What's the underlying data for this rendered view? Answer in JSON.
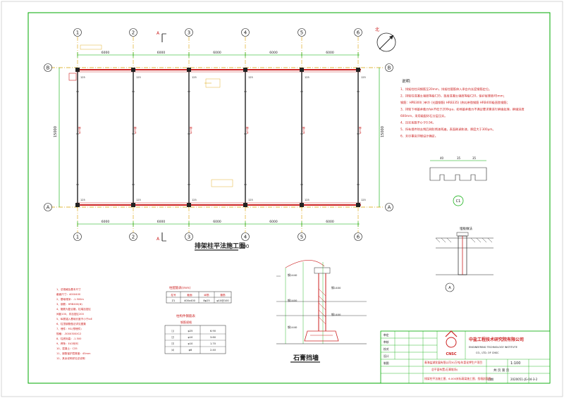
{
  "grid": {
    "columns": [
      "1",
      "2",
      "3",
      "4",
      "5",
      "6"
    ],
    "rows": [
      "B",
      "A"
    ],
    "bay_spans": [
      "6000",
      "6000",
      "6000",
      "6000",
      "6000"
    ],
    "row_span": "15000",
    "section_marks": [
      "A",
      "A"
    ]
  },
  "plan": {
    "title": "排架柱平法施工图",
    "scale": "100",
    "col_label": "φ25钢",
    "dim_small": "125"
  },
  "north_label": "北",
  "notes": {
    "heading": "说明:",
    "lines": [
      "1、排架柱柱间钢筋至20mm，排架柱箍筋伸入承台内长度钢筋定位。",
      "2、排架柱混凝土强度等级C35，垫层混凝土强度等级C20，保护层厚度45mm；",
      "   钢筋：HPB300( )单冷 (光圆钢筋)  HRB335( )热轧带肋钢筋  HRB400级直肋钢筋；",
      "3、排架下地基承载力fak不低于200kpa，如地基承载力不满足要求需进行换填处理，换填深度",
      "   600mm，采用级配砂石分层压实。",
      "4、压实系数不小于0.94。",
      "5、所有埋件除去锈后刷防锈漆两遍，表面刷调和漆，厚度大于300μm。",
      "6、未尽事宜详细设计确定。"
    ]
  },
  "detail_section": {
    "dims": [
      "40",
      "35",
      "35"
    ],
    "circle_label": "C1"
  },
  "detail_foot": {
    "top_label": "埋板做法",
    "marker": "A"
  },
  "rebar_table": {
    "title": "柱配筋表(mm)",
    "headers": [
      "柱号",
      "截面",
      "纵筋",
      "箍筋"
    ],
    "row": [
      "Z1",
      "400x400",
      "8φ25",
      "φ10@100"
    ]
  },
  "spec_table": {
    "title": "柱构件钢筋表",
    "subtitle": "钢筋规格",
    "rows": [
      [
        "⑴",
        "φ25",
        "6.90"
      ],
      [
        "⑵",
        "φ10",
        "3.60"
      ],
      [
        "⑶",
        "φ10",
        "1.70"
      ],
      [
        "⑷",
        "φ8",
        "2.40"
      ]
    ]
  },
  "left_notes": {
    "lines": [
      "1、总规格及基本尺寸",
      "   截面尺寸：400X400",
      "2、基础埋深：-1.500m",
      "3、钢筋：HRB400(Φ)",
      "4、箍筋为复合箍，柱端加密区",
      "   间距100，非加密区200",
      "5、纵筋锚入基础长度不小于laE",
      "6、柱顶钢筋做法详见图集",
      "7、埋件：M1(预埋件)",
      "   规格：-300X300X12",
      "8、柱底标高：-1.500",
      "9、焊条：E43系列",
      "10、混凝土：C35",
      "11、钢筋保护层厚度：45mm",
      "12、其余说明详见总说明"
    ]
  },
  "elevation": {
    "title": "石膏挡墙",
    "labels": [
      "钢1440",
      "钢1400",
      "钢1400",
      "钢1400",
      "钢1440"
    ]
  },
  "title_block": {
    "company_cn": "中盐工程技术研究院有限公司",
    "company_en": "ENGINEERING TECHNOLOGY INSTITUTE",
    "company_en2": "CO., LTD. OF CNSC",
    "logo_text": "CNSC",
    "project": "青海盐湖发展有限公司30万吨/年氯化钾生产项目",
    "subproject": "总平面布置(石膏堆场)",
    "drawing": "排架柱平法施工图、6.000米标高梁施工图、挡墙剖面图",
    "scale": "1:100",
    "sheet": "共 页  第 页",
    "number": "2020051-JG-04-3-2",
    "date_label": "日期",
    "sign_labels": [
      "审定",
      "审核",
      "校对",
      "设计",
      "制图"
    ]
  }
}
